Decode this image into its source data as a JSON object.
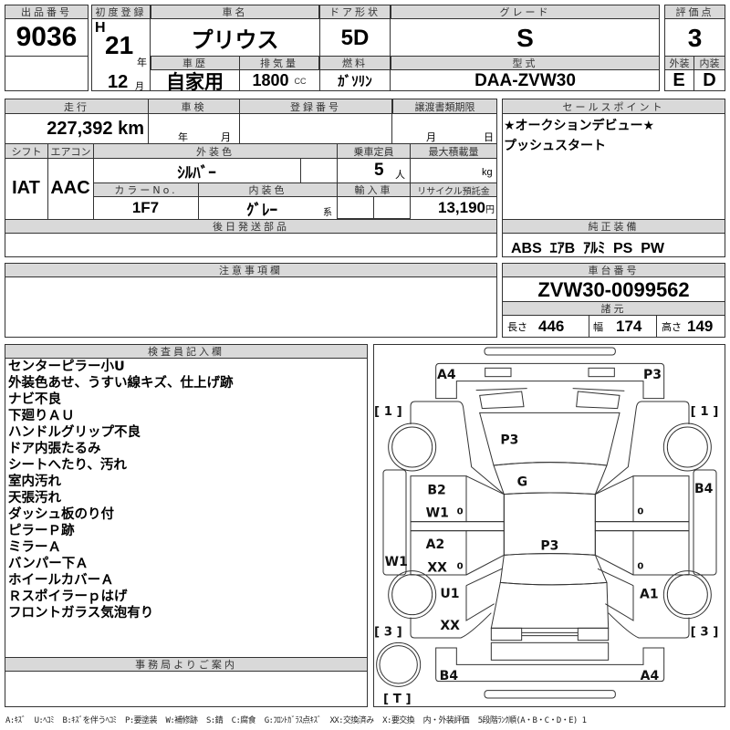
{
  "lot": {
    "label": "出品番号",
    "value": "9036"
  },
  "first_reg": {
    "label": "初度登録",
    "era": "H",
    "year": "21",
    "year_unit": "年",
    "month": "12",
    "month_unit": "月"
  },
  "car_name": {
    "label": "車名",
    "value": "プリウス"
  },
  "door": {
    "label": "ドア形状",
    "value": "5D"
  },
  "grade": {
    "label": "グレード",
    "value": "S"
  },
  "history": {
    "label": "車歴",
    "value": "自家用"
  },
  "displacement": {
    "label": "排気量",
    "value": "1800",
    "unit": "CC"
  },
  "fuel": {
    "label": "燃料",
    "value": "ｶﾞｿﾘﾝ"
  },
  "model": {
    "label": "型式",
    "value": "DAA-ZVW30"
  },
  "score": {
    "label": "評価点",
    "value": "3",
    "ext_label": "外装",
    "ext": "E",
    "int_label": "内装",
    "int": "D"
  },
  "mileage": {
    "label": "走行",
    "value": "227,392",
    "unit": "km"
  },
  "inspection": {
    "label": "車検",
    "year_unit": "年",
    "month_unit": "月"
  },
  "reg_number": {
    "label": "登録番号"
  },
  "transfer": {
    "label": "譲渡書類期限",
    "month_unit": "月",
    "day_unit": "日"
  },
  "shift": {
    "label": "シフト",
    "value": "IAT"
  },
  "aircon": {
    "label": "エアコン",
    "value": "AAC"
  },
  "ext_color": {
    "label": "外装色",
    "value": "ｼﾙﾊﾞｰ"
  },
  "capacity": {
    "label": "乗車定員",
    "value": "5",
    "unit": "人"
  },
  "max_load": {
    "label": "最大積載量",
    "unit": "kg"
  },
  "color_no": {
    "label": "カラーNo.",
    "value": "1F7"
  },
  "int_color": {
    "label": "内装色",
    "value": "ｸﾞﾚｰ",
    "suffix": "系"
  },
  "import": {
    "label": "輸入車"
  },
  "recycle": {
    "label": "リサイクル預託金",
    "value": "13,190",
    "unit": "円"
  },
  "later_parts": {
    "label": "後日発送部品"
  },
  "sales_point": {
    "label": "セールスポイント",
    "lines": [
      "★オークションデビュー★",
      "プッシュスタート"
    ]
  },
  "equipment": {
    "label": "純正装備",
    "value": "ABS  ｴｱB  ｱﾙﾐ  PS  PW"
  },
  "notes": {
    "label": "注意事項欄"
  },
  "chassis": {
    "label": "車台番号",
    "value": "ZVW30-0099562"
  },
  "specs": {
    "label": "諸元",
    "length_label": "長さ",
    "length": "446",
    "width_label": "幅",
    "width": "174",
    "height_label": "高さ",
    "height": "149"
  },
  "inspector": {
    "label": "検査員記入欄",
    "items": [
      "センターピラー小U",
      "外装色あせ、うすい線キズ、仕上げ跡",
      "ナビ不良",
      "下廻りＡＵ",
      "ハンドルグリップ不良",
      "ドア内張たるみ",
      "シートへたり、汚れ",
      "室内汚れ",
      "天張汚れ",
      "ダッシュ板のり付",
      "ピラーＰ跡",
      "ミラーＡ",
      "バンパー下Ａ",
      "ホイールカバーＡ",
      "Ｒスポイラーｐはげ",
      "フロントガラス気泡有り"
    ]
  },
  "office": {
    "label": "事務局よりご案内"
  },
  "diagram": {
    "front_left": "A4",
    "front_right": "P3",
    "hood": "P3",
    "windshield": "G",
    "roof": "P3",
    "fl_door_1": "B2",
    "fl_door_2": "W1",
    "rl_door_1": "A2",
    "rl_door_2": "XX",
    "left_sill": "W1",
    "rear_left_fender_1": "U1",
    "rear_left_fender_2": "XX",
    "right_front_door_side": "B4",
    "rear_right_fender": "A1",
    "rear_left": "B4",
    "rear_right": "A4",
    "tire_fl": "[ 1 ]",
    "tire_fr": "[ 1 ]",
    "tire_rl": "[ 3 ]",
    "tire_rr": "[ 3 ]",
    "spare": "[ T ]",
    "zero": "0"
  },
  "legend": "A:ｷｽﾞ  U:ﾍｺﾐ  B:ｷｽﾞを伴うﾍｺﾐ  P:要塗装  W:補修跡  S:錆  C:腐食  G:ﾌﾛﾝﾄｶﾞﾗｽ点ｷｽﾞ  XX:交換済み  X:要交換  内・外装評価  5段階ﾗﾝｸ順(A・B・C・D・E) 1"
}
